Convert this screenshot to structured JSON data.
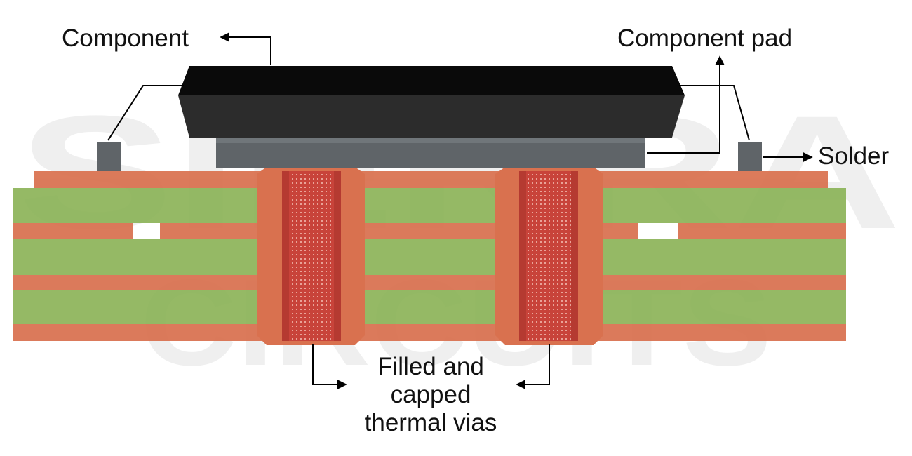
{
  "labels": {
    "component": "Component",
    "component_pad": "Component pad",
    "solder": "Solder",
    "vias_line1": "Filled and",
    "vias_line2": "capped",
    "vias_line3": "thermal vias"
  },
  "watermark": {
    "line1": "SIERRA",
    "line2": "CIRCUITS"
  },
  "colors": {
    "copper": "#d9714f",
    "laminate": "#8db45a",
    "via": "#c8433a",
    "via_dots": "#f3c2b6",
    "component_top": "#0a0a0a",
    "component_side": "#2c2c2c",
    "pad": "#5f6468",
    "solder": "#5f6468",
    "arrow": "#000000"
  }
}
